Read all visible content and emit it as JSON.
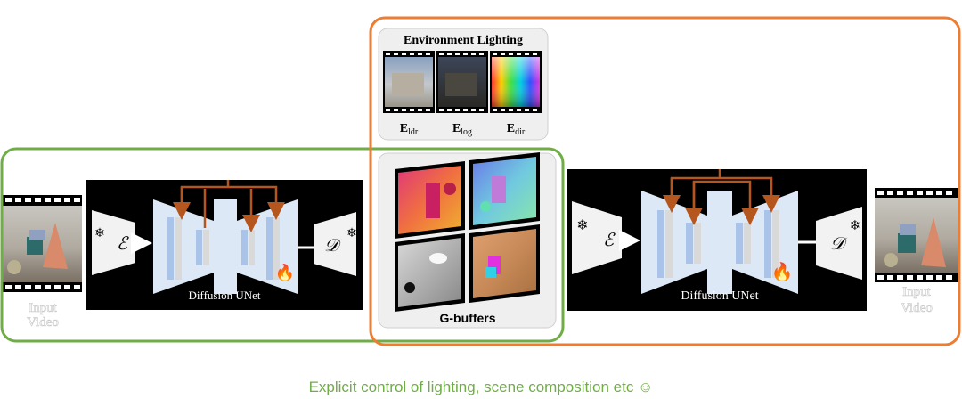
{
  "diagram": {
    "left_module": {
      "input_label_line1": "Input",
      "input_label_line2": "Video",
      "unet_label": "Diffusion UNet",
      "encoder_symbol": "ℰ",
      "decoder_symbol": "𝒟"
    },
    "gbuffers": {
      "label": "G-buffers"
    },
    "environment": {
      "title": "Environment Lighting",
      "maps": [
        {
          "base": "E",
          "sub": "ldr"
        },
        {
          "base": "E",
          "sub": "log"
        },
        {
          "base": "E",
          "sub": "dir"
        }
      ]
    },
    "right_module": {
      "unet_label": "Diffusion UNet",
      "encoder_symbol": "ℰ",
      "decoder_symbol": "𝒟",
      "output_label_line1": "Input",
      "output_label_line2": "Video"
    },
    "icons": {
      "frozen": "snowflake-icon",
      "trainable": "fire-icon"
    },
    "colors": {
      "green_box": "#70AD47",
      "orange_box": "#ED7D31",
      "skip_arrow": "#B5561F",
      "block_blue": "#A9C4E8",
      "block_gray": "#D9D9D9",
      "unet_body": "#DCE8F5"
    }
  },
  "caption": "Explicit control of lighting, scene composition etc ☺"
}
